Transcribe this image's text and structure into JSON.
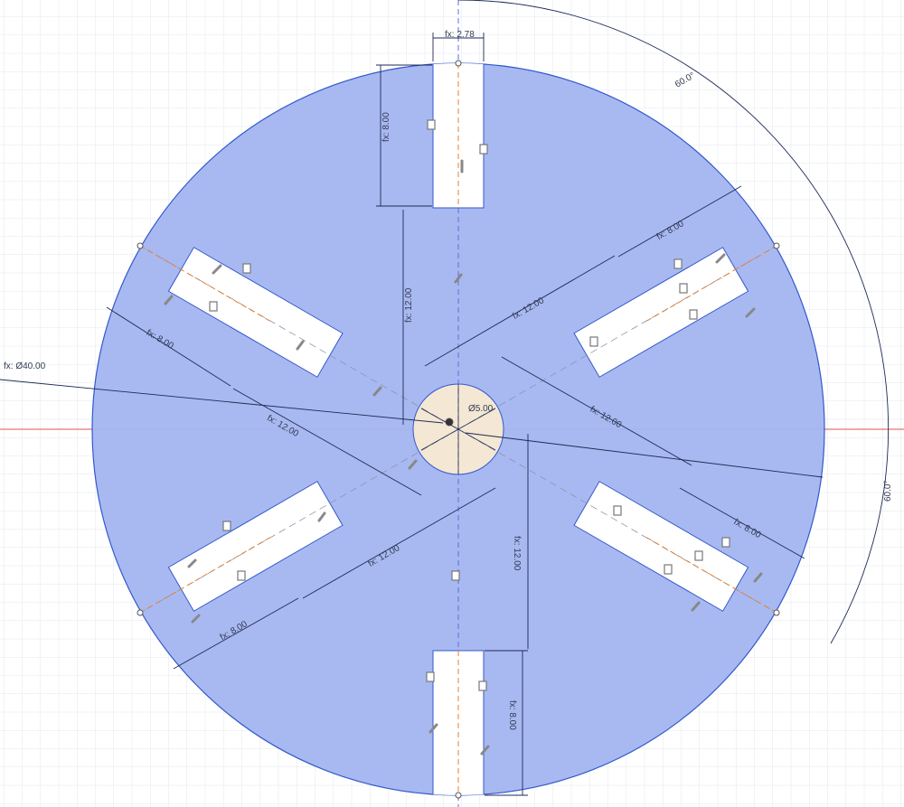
{
  "sketch": {
    "title": "",
    "dimensions": {
      "slot_width": "fx: 2.78",
      "angle_top": "60.0°",
      "angle_right": "60.0°",
      "outer_diameter": "fx: Ø40.00",
      "hub_diameter": "Ø5.00",
      "slot_top_depth": "fx: 8.00",
      "slot_upper_right_depth": "fx: 8.00",
      "slot_upper_left_depth": "fx: 8.00",
      "slot_lower_left_depth": "fx: 8.00",
      "slot_lower_right_depth": "fx: 8.00",
      "slot_bottom_depth": "fx: 8.00",
      "offset_top": "fx: 12.00",
      "offset_upper_right": "fx: 12.00",
      "offset_upper_left": "fx: 12.00",
      "offset_lower_left": "fx: 12.00",
      "offset_lower_right": "fx: 12.00",
      "offset_bottom": "fx: 12.00"
    },
    "colors": {
      "profile_fill": "#a3b5f0",
      "profile_edge": "#3358cc",
      "hub_fill": "#f4e7d3",
      "dimension": "#1e2a55",
      "centerline": "#e8802c",
      "axis_x": "#e05050",
      "axis_y": "#5b6fd8",
      "grid": "#e2e5ea"
    }
  }
}
